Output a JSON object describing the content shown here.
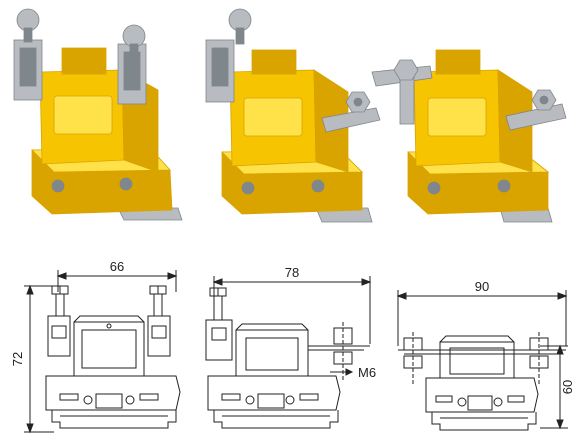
{
  "colors": {
    "housing_yellow": "#f6c400",
    "housing_shadow": "#d9a300",
    "housing_highlight": "#ffe24a",
    "metal": "#b8bcc0",
    "metal_dark": "#7f868c",
    "line": "#222222"
  },
  "photo_row": {
    "items": [
      {
        "name": "terminal-block-double-clamp"
      },
      {
        "name": "terminal-block-clamp-and-stud"
      },
      {
        "name": "terminal-block-double-stud"
      }
    ]
  },
  "drawings": {
    "left": {
      "width_label": "66",
      "height_label": "72"
    },
    "middle": {
      "width_label": "78",
      "stud_label": "M6"
    },
    "right": {
      "width_label": "90",
      "height_label": "60"
    }
  }
}
